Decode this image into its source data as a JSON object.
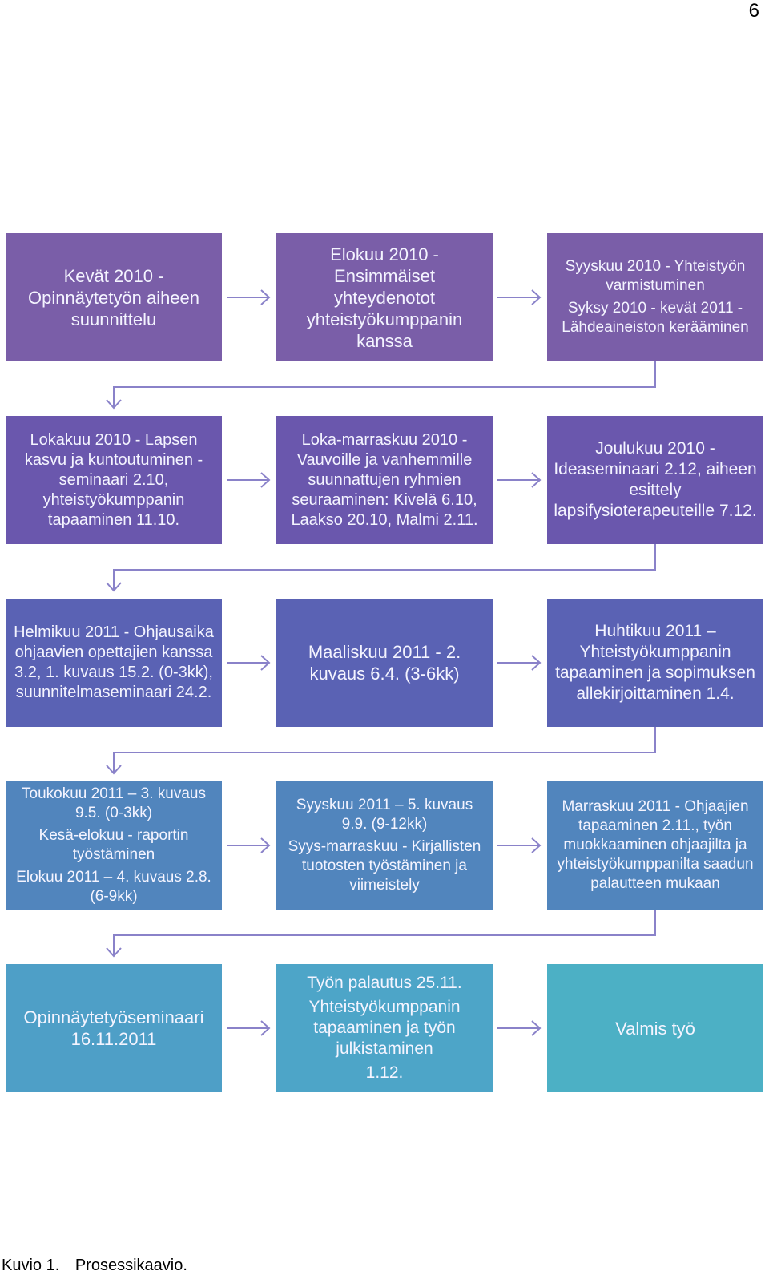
{
  "page_number": "6",
  "colors": {
    "row1": "#7a5ea8",
    "row2": "#6a57ad",
    "row3": "#5a62b4",
    "row4": "#5185bd",
    "row5_a": "#4e9fc7",
    "row5_b": "#4da5c8",
    "row5_c": "#4cb0c5",
    "arrow": "#8a82c9",
    "connector": "#8a82c9"
  },
  "boxes": {
    "r1c1": [
      "Kevät 2010 - Opinnäytetyön aiheen suunnittelu"
    ],
    "r1c2": [
      "Elokuu 2010 - Ensimmäiset yhteydenotot yhteistyökumppanin kanssa"
    ],
    "r1c3": [
      "Syyskuu 2010 - Yhteistyön varmistuminen",
      "Syksy 2010 - kevät 2011 - Lähdeaineiston kerääminen"
    ],
    "r2c1": [
      "Lokakuu 2010 - Lapsen kasvu ja kuntoutuminen -seminaari 2.10, yhteistyökumppanin tapaaminen 11.10."
    ],
    "r2c2": [
      "Loka-marraskuu 2010 - Vauvoille ja vanhemmille suunnattujen ryhmien seuraaminen: Kivelä 6.10, Laakso 20.10, Malmi 2.11."
    ],
    "r2c3": [
      "Joulukuu 2010 - Ideaseminaari 2.12, aiheen esittely lapsifysioterapeuteille 7.12."
    ],
    "r3c1": [
      "Helmikuu 2011 - Ohjausaika ohjaavien opettajien kanssa 3.2, 1. kuvaus 15.2. (0-3kk), suunnitelmaseminaari 24.2."
    ],
    "r3c2": [
      "Maaliskuu 2011 - 2. kuvaus 6.4. (3-6kk)"
    ],
    "r3c3": [
      "Huhtikuu 2011 – Yhteistyökumppanin tapaaminen ja sopimuksen allekirjoittaminen 1.4."
    ],
    "r4c1": [
      "Toukokuu 2011 – 3. kuvaus 9.5. (0-3kk)",
      "Kesä-elokuu - raportin työstäminen",
      "Elokuu 2011 – 4. kuvaus 2.8. (6-9kk)"
    ],
    "r4c2": [
      "Syyskuu 2011 – 5. kuvaus 9.9. (9-12kk)",
      "Syys-marraskuu - Kirjallisten tuotosten työstäminen ja viimeistely"
    ],
    "r4c3": [
      "Marraskuu 2011 - Ohjaajien tapaaminen 2.11., työn muokkaaminen ohjaajilta ja yhteistyökumppanilta saadun palautteen mukaan"
    ],
    "r5c1": [
      "Opinnäytetyöseminaari 16.11.2011"
    ],
    "r5c2": [
      "Työn palautus 25.11.",
      "Yhteistyökumppanin tapaaminen ja työn julkistaminen",
      "1.12."
    ],
    "r5c3": [
      "Valmis työ"
    ]
  },
  "caption": {
    "label": "Kuvio 1.",
    "title": "Prosessikaavio."
  }
}
